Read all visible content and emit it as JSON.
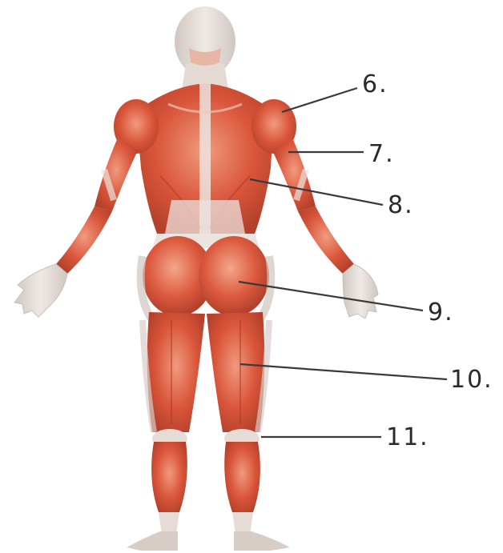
{
  "diagram": {
    "subject": "posterior view of human muscular system",
    "colors": {
      "muscle": "#d9553a",
      "muscle_dark": "#b8402a",
      "muscle_light": "#ee8f72",
      "tendon": "#e9e1dc",
      "background": "#ffffff",
      "line": "#3a3a3a"
    },
    "labels": [
      {
        "id": "6",
        "text": "6."
      },
      {
        "id": "7",
        "text": "7."
      },
      {
        "id": "8",
        "text": "8."
      },
      {
        "id": "9",
        "text": "9."
      },
      {
        "id": "10",
        "text": "10."
      },
      {
        "id": "11",
        "text": "11."
      }
    ]
  }
}
